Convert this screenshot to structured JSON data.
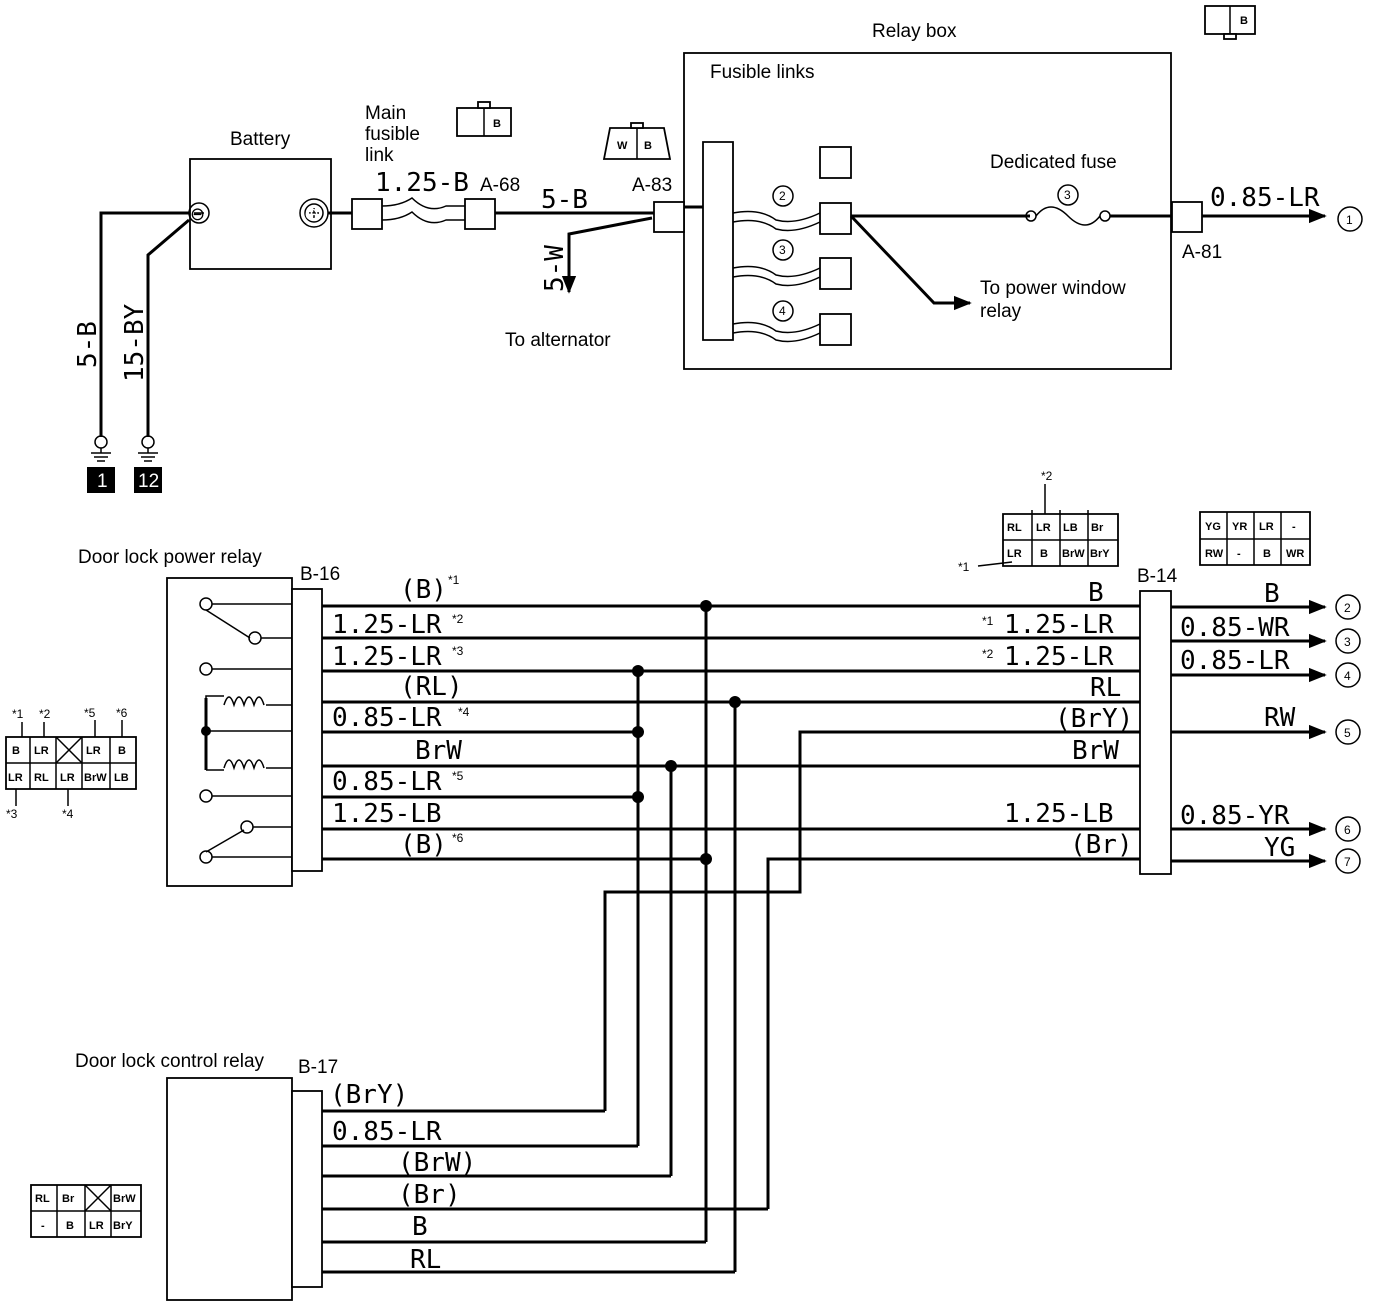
{
  "labels": {
    "relay_box": "Relay box",
    "fusible_links": "Fusible links",
    "battery": "Battery",
    "main_fusible_1": "Main",
    "main_fusible_2": "fusible",
    "main_fusible_3": "link",
    "dedicated_fuse": "Dedicated fuse",
    "to_alternator": "To alternator",
    "to_pw_1": "To power window",
    "to_pw_2": "relay",
    "door_lock_power_relay": "Door lock power relay",
    "door_lock_control_relay": "Door lock control relay",
    "minus": "⊖",
    "plus": "⊕"
  },
  "connectors": {
    "a68": "A-68",
    "a83": "A-83",
    "a81": "A-81",
    "b16": "B-16",
    "b14": "B-14",
    "b17": "B-17"
  },
  "wires": {
    "w_125b": "1.25-B",
    "w_5b_top": "5-B",
    "w_5w": "5-W",
    "w_085lr_top": "0.85-LR",
    "w_5b_v": "5-B",
    "w_15by_v": "15-BY",
    "w_b1": "(B)",
    "w_lr2": "1.25-LR",
    "w_lr3": "1.25-LR",
    "w_rl": "(RL)",
    "w_085lr4": "0.85-LR",
    "w_brw": "BrW",
    "w_085lr5": "0.85-LR",
    "w_125lb": "1.25-LB",
    "w_b6": "(B)",
    "r_b": "B",
    "r_lr1": "1.25-LR",
    "r_lr2": "1.25-LR",
    "r_rl": "RL",
    "r_bry": "(BrY)",
    "r_brw": "BrW",
    "r_lb": "1.25-LB",
    "r_br": "(Br)",
    "o_b": "B",
    "o_wr": "0.85-WR",
    "o_lr": "0.85-LR",
    "o_rw": "RW",
    "o_yr": "0.85-YR",
    "o_yg": "YG",
    "c_bry": "(BrY)",
    "c_lr": "0.85-LR",
    "c_brw": "(BrW)",
    "c_br": "(Br)",
    "c_b": "B",
    "c_rl": "RL"
  },
  "notes": {
    "s1": "*1",
    "s2": "*2",
    "s3": "*3",
    "s4": "*4",
    "s5": "*5",
    "s6": "*6"
  },
  "fuse_numbers": [
    "2",
    "3",
    "4",
    "3"
  ],
  "terminals": [
    "1",
    "2",
    "3",
    "4",
    "5",
    "6",
    "7"
  ],
  "grounds": [
    "1",
    "12"
  ],
  "connector_faces": {
    "top_b": [
      "B"
    ],
    "a68_face": [
      "B"
    ],
    "a83_face": [
      "W",
      "B"
    ],
    "b14a": [
      "RL",
      "LR",
      "LB",
      "Br",
      "LR",
      "B",
      "BrW",
      "BrY"
    ],
    "b14b": [
      "YG",
      "YR",
      "LR",
      "-",
      "RW",
      "-",
      "B",
      "WR"
    ],
    "b16": [
      "B",
      "LR",
      "",
      "LR",
      "B",
      "LR",
      "RL",
      "LR",
      "BrW",
      "LB"
    ],
    "b17": [
      "RL",
      "Br",
      "",
      "BrW",
      "-",
      "B",
      "LR",
      "BrY"
    ]
  }
}
